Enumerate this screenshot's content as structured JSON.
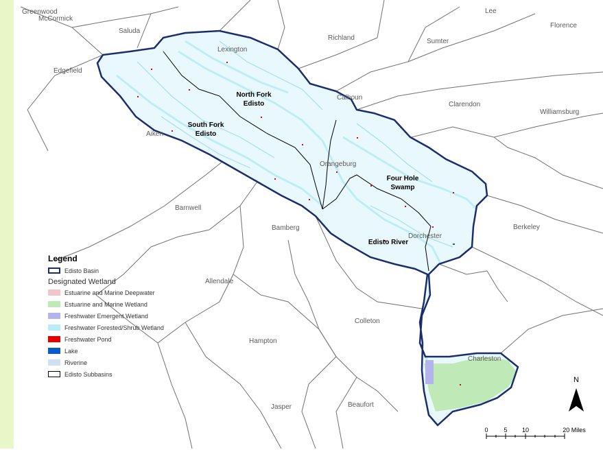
{
  "colors": {
    "county_line": "#707070",
    "basin_outline": "#1a2e6e",
    "subbasin_outline": "#000000",
    "forested_wetland": "#b8ecf7",
    "estuarine_marine_deepwater": "#f2c4cc",
    "estuarine_marine_wetland": "#bfeab8",
    "freshwater_emergent": "#b4b4ec",
    "freshwater_pond": "#e60000",
    "lake": "#0a5cc8",
    "riverine": "#cfe0f5"
  },
  "counties": [
    {
      "name": "Greenwood"
    },
    {
      "name": "McCormick"
    },
    {
      "name": "Saluda"
    },
    {
      "name": "Lexington"
    },
    {
      "name": "Richland"
    },
    {
      "name": "Sumter"
    },
    {
      "name": "Lee"
    },
    {
      "name": "Florence"
    },
    {
      "name": "Edgefield"
    },
    {
      "name": "Calhoun"
    },
    {
      "name": "Clarendon"
    },
    {
      "name": "Williamsburg"
    },
    {
      "name": "Aiken"
    },
    {
      "name": "Orangeburg"
    },
    {
      "name": "Barnwell"
    },
    {
      "name": "Bamberg"
    },
    {
      "name": "Dorchester"
    },
    {
      "name": "Berkeley"
    },
    {
      "name": "Allendale"
    },
    {
      "name": "Colleton"
    },
    {
      "name": "Hampton"
    },
    {
      "name": "Charleston"
    },
    {
      "name": "Jasper"
    },
    {
      "name": "Beaufort"
    }
  ],
  "subbasins": [
    {
      "line1": "North Fork",
      "line2": "Edisto"
    },
    {
      "line1": "South Fork",
      "line2": "Edisto"
    },
    {
      "line1": "Four Hole",
      "line2": "Swamp"
    },
    {
      "line1": "Edisto River",
      "line2": ""
    }
  ],
  "legend": {
    "title": "Legend",
    "basin_label": "Edisto Basin",
    "group_label": "Designated Wetland",
    "items": [
      {
        "label": "Estuarine and Marine Deepwater",
        "color": "#f2c4cc"
      },
      {
        "label": "Estuarine and Marine Wetland",
        "color": "#bfeab8"
      },
      {
        "label": "Freshwater Emergent Wetland",
        "color": "#b4b4ec"
      },
      {
        "label": "Freshwater Forested/Shrub Wetland",
        "color": "#b8ecf7"
      },
      {
        "label": "Freshwater Pond",
        "color": "#e60000"
      },
      {
        "label": "Lake",
        "color": "#0a5cc8"
      },
      {
        "label": "Riverine",
        "color": "#cfe0f5"
      }
    ],
    "subbasin_label": "Edisto Subbasins"
  },
  "north_arrow": {
    "label": "N"
  },
  "scale_bar": {
    "ticks": [
      "0",
      "5",
      "10",
      "20 Miles"
    ]
  }
}
